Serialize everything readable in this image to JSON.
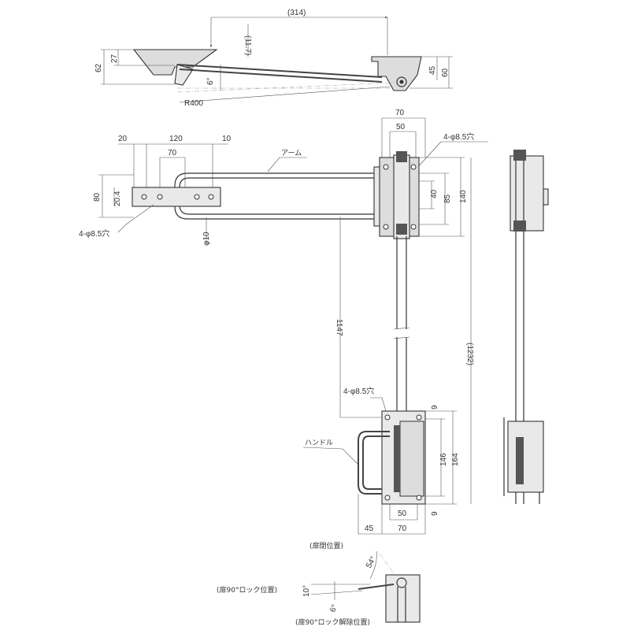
{
  "top_view": {
    "dim_314": "(314)",
    "dim_11_7": "(11.7)",
    "dim_62": "62",
    "dim_27": "27",
    "angle_6": "6°",
    "radius_r400": "R400",
    "dim_45": "45",
    "dim_60": "60"
  },
  "front_view": {
    "dim_70_top": "70",
    "dim_50_top": "50",
    "hole_note_upper": "4-φ8.5穴",
    "dim_20": "20",
    "dim_120": "120",
    "dim_10": "10",
    "dim_70_arm": "70",
    "arm_label": "アーム",
    "dim_80": "80",
    "dim_20_4": "20.4",
    "dim_40": "40",
    "dim_85": "85",
    "dim_140": "140",
    "hole_note_arm": "4-φ8.5穴",
    "rod_dia": "φ10",
    "dim_1147": "1147",
    "dim_1232": "(1232)",
    "hole_note_lower": "4-φ8.5穴",
    "dim_9_top": "9",
    "handle_label": "ハンドル",
    "dim_146": "146",
    "dim_164": "164",
    "dim_9_bottom": "9",
    "dim_50_bottom": "50",
    "dim_45_bottom": "45",
    "dim_70_bottom": "70"
  },
  "lever_detail": {
    "closed_position": "(扉閉位置)",
    "angle_54": "54°",
    "lock_position": "(扉90°ロック位置)",
    "angle_10": "10°",
    "angle_6": "6°",
    "unlock_position": "(扉90°ロック解除位置)"
  }
}
